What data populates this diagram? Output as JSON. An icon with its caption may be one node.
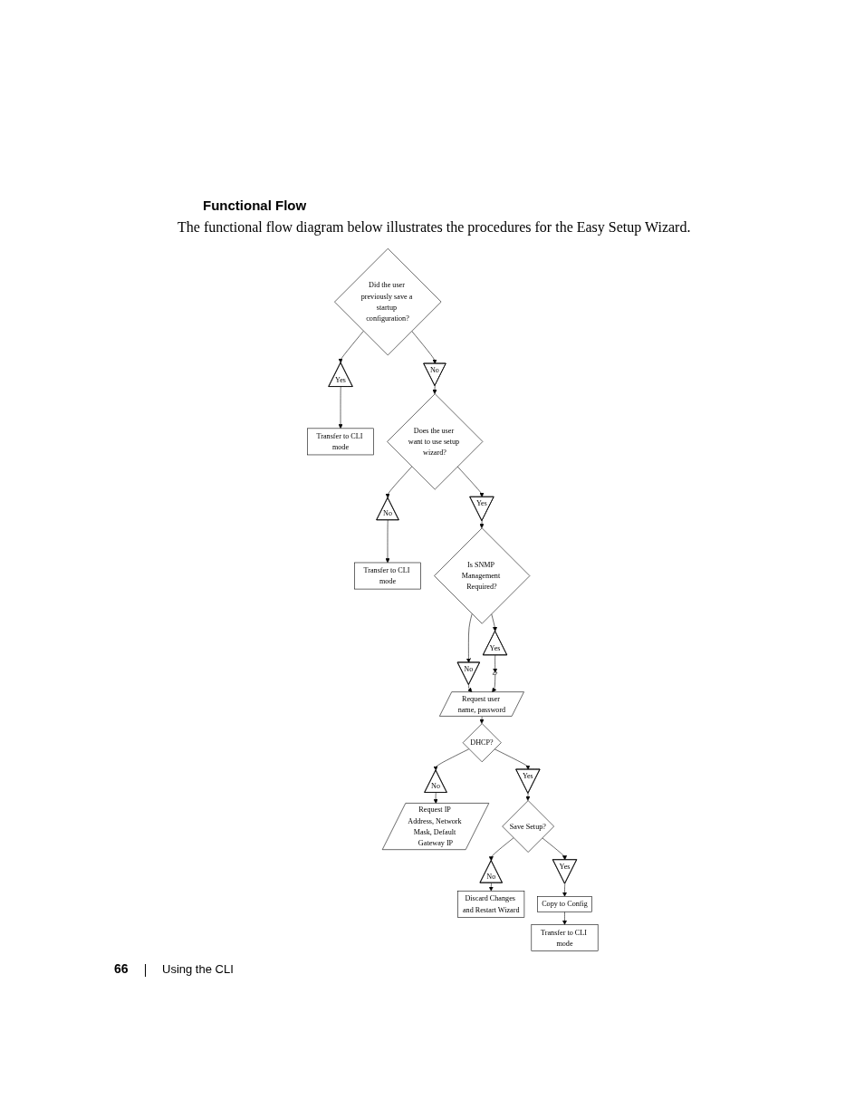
{
  "diagram": {
    "title": "Functional Flow",
    "nodes": [
      {
        "text": [
          "Did the user previously save a startup configuration?"
        ]
      },
      {
        "text": [
          "Yes"
        ]
      },
      {
        "text": [
          "Transfer to CLI mode"
        ]
      },
      {
        "text": [
          "No"
        ]
      },
      {
        "text": [
          "Does the user want to use setup wizard?"
        ]
      },
      {
        "text": [
          "No"
        ]
      },
      {
        "text": [
          "Transfer to CLI mode"
        ]
      },
      {
        "text": [
          "Yes"
        ]
      },
      {
        "text": [
          "Is SNMP Management Required?"
        ]
      },
      {
        "text": [
          "Yes"
        ]
      },
      {
        "text": [],
        "shape": "parallelogram"
      },
      {
        "text": [
          "No"
        ]
      },
      {
        "text": [
          "Request user name, password"
        ]
      },
      {
        "text": [
          "DHCP?"
        ]
      },
      {
        "text": [
          "No"
        ]
      },
      {
        "text": [
          "Request IP Address, Network Mask, Default Gateway IP"
        ]
      },
      {
        "text": [
          "Yes"
        ]
      },
      {
        "text": [
          "Save Setup?"
        ]
      },
      {
        "text": [
          "No"
        ]
      },
      {
        "text": [
          "Discard Changes and Restart Wizard"
        ]
      },
      {
        "text": [
          "Yes"
        ]
      },
      {
        "text": [
          "Copy to Config"
        ]
      },
      {
        "text": [
          "Transfer to CLI mode"
        ]
      }
    ],
    "edges": [
      {
        "from": 0,
        "to": 1,
        "arrow": "to"
      },
      {
        "from": 1,
        "to": 2,
        "arrow": "to"
      },
      {
        "from": 0,
        "to": 3,
        "arrow": "to"
      },
      {
        "from": 3,
        "to": 4,
        "arrow": "to"
      },
      {
        "from": 4,
        "to": 5,
        "arrow": "to"
      },
      {
        "from": 5,
        "to": 6,
        "arrow": "to"
      },
      {
        "from": 4,
        "to": 7,
        "arrow": "to"
      },
      {
        "from": 7,
        "to": 8,
        "arrow": "to"
      },
      {
        "from": 8,
        "to": 9,
        "arrow": "to"
      },
      {
        "from": 9,
        "to": 10,
        "arrow": "to"
      },
      {
        "from": 8,
        "to": 11,
        "arrow": "to"
      },
      {
        "from": 11,
        "to": 12,
        "arrow": "to"
      },
      {
        "from": 10,
        "to": 12,
        "arrow": "to"
      },
      {
        "from": 12,
        "to": 13,
        "arrow": "to"
      },
      {
        "from": 13,
        "to": 14,
        "arrow": "to"
      },
      {
        "from": 14,
        "to": 15,
        "arrow": "to"
      },
      {
        "from": 13,
        "to": 16,
        "arrow": "to"
      },
      {
        "from": 16,
        "to": 17,
        "arrow": "to"
      },
      {
        "from": 17,
        "to": 18,
        "arrow": "to"
      },
      {
        "from": 18,
        "to": 19,
        "arrow": "to"
      },
      {
        "from": 17,
        "to": 20,
        "arrow": "to"
      },
      {
        "from": 20,
        "to": 21,
        "arrow": "to"
      },
      {
        "from": 21,
        "to": 22,
        "arrow": "to"
      }
    ],
    "labels": [
      "The functional flow diagram below illustrates the procedures for the Easy Setup Wizard.",
      "66",
      "Using the CLI"
    ]
  }
}
